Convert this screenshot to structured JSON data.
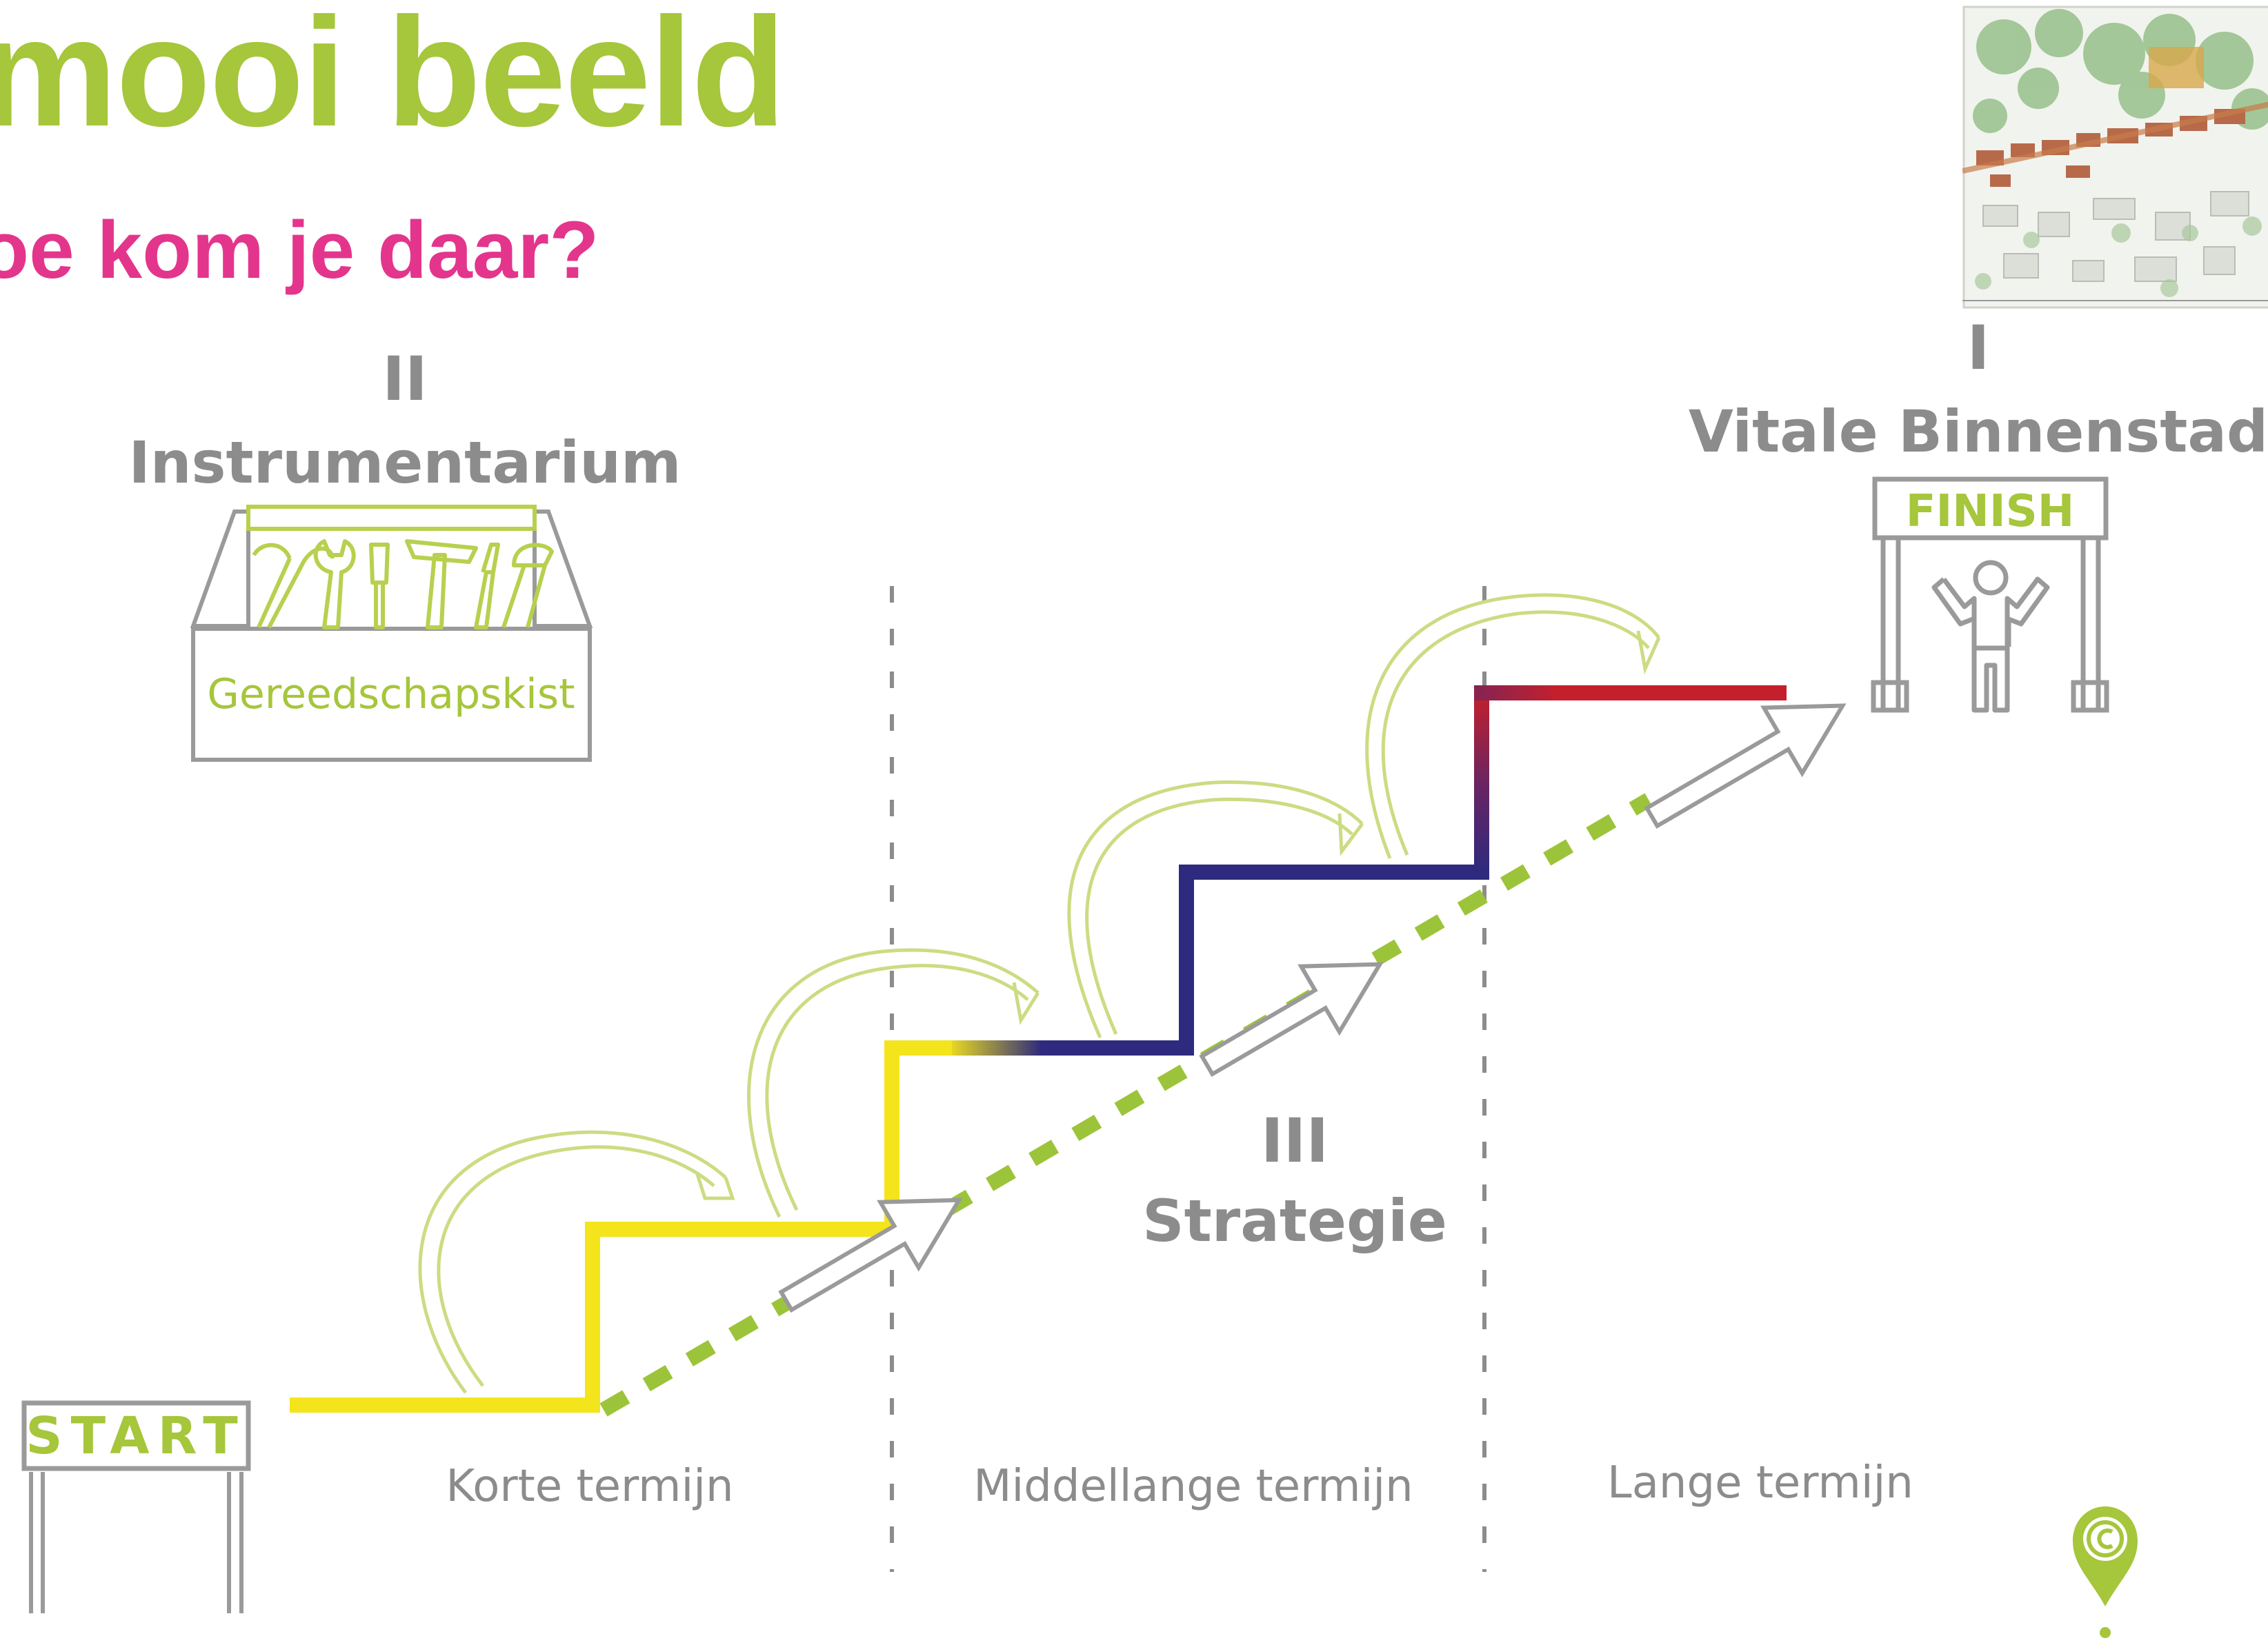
{
  "header": {
    "title": "mooi beeld",
    "subtitle": "oe kom je daar?"
  },
  "sections": {
    "instrumentarium": {
      "numeral": "II",
      "label": "Instrumentarium",
      "toolbox_label": "Gereedschapskist"
    },
    "vitale": {
      "numeral": "I",
      "label": "Vitale Binnenstad",
      "sign": "FINISH"
    },
    "strategie": {
      "numeral": "III",
      "label": "Strategie"
    }
  },
  "start_sign": "START",
  "terms": {
    "short": "Korte termijn",
    "medium": "Middellange termijn",
    "long": "Lange termijn"
  },
  "logo_icon": "copyright-location-pin-icon",
  "colors": {
    "title_green": "#a6c63b",
    "subtitle_pink": "#e4358d",
    "stair_yellow": "#f4e41c",
    "stair_blue": "#2e2a7d",
    "stair_red": "#c4202b",
    "dash_green": "#9cc43a",
    "line_green": "#cbdc82",
    "label_gray": "#8c8c8c"
  }
}
